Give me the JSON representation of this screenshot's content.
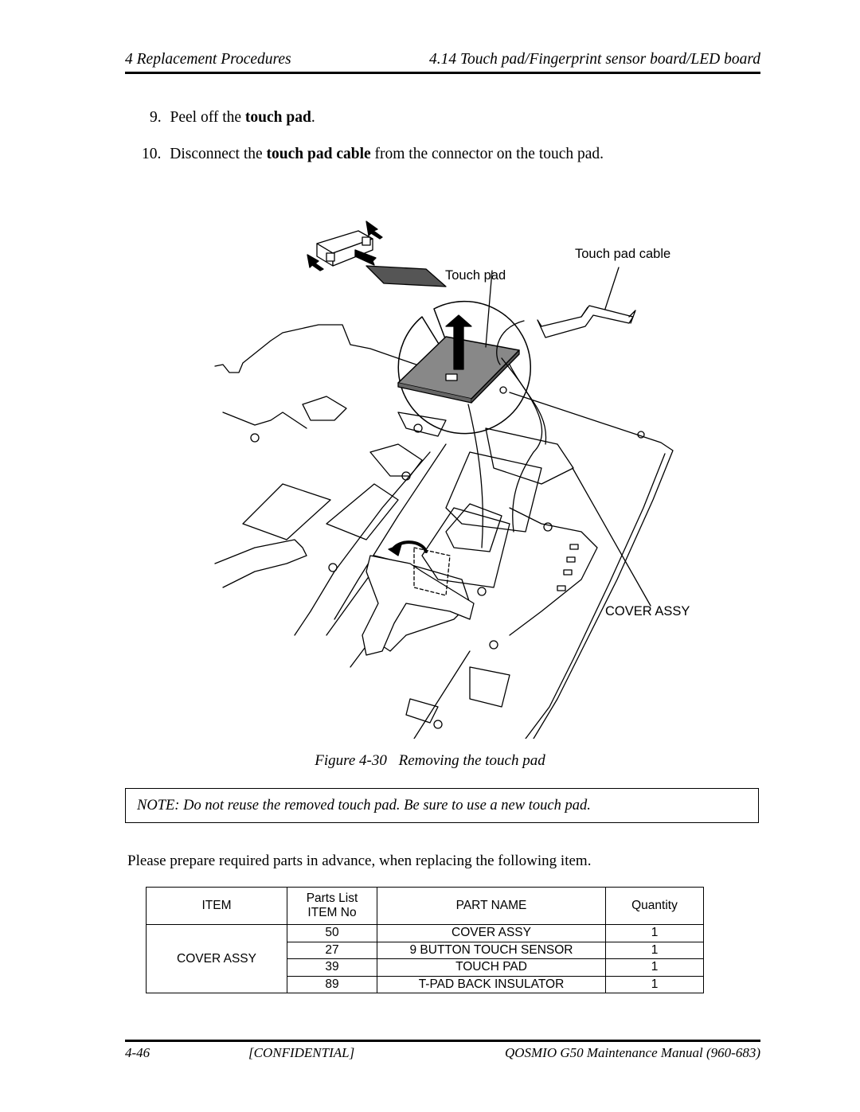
{
  "header": {
    "chapter": "4 Replacement Procedures",
    "section": "4.14 Touch pad/Fingerprint sensor board/LED board"
  },
  "steps": [
    {
      "num": "9.",
      "pre": "Peel off the ",
      "bold": "touch pad",
      "post": "."
    },
    {
      "num": "10.",
      "pre": "Disconnect the ",
      "bold": "touch pad cable",
      "post": " from the connector on the touch pad."
    }
  ],
  "figure": {
    "labels": {
      "touch_pad_cable": "Touch pad cable",
      "touch_pad": "Touch pad",
      "cover_assy": "COVER ASSY"
    },
    "caption_number": "Figure 4-30",
    "caption_text": "Removing the touch pad"
  },
  "note": {
    "label": "NOTE",
    "text": ":  Do not reuse the removed touch pad. Be sure to use a new touch pad."
  },
  "intro": "Please prepare required parts in advance, when replacing the following item.",
  "parts_table": {
    "headers": {
      "item": "ITEM",
      "parts_list_line1": "Parts List",
      "parts_list_line2": "ITEM No",
      "part_name": "PART NAME",
      "quantity": "Quantity"
    },
    "group_item": "COVER ASSY",
    "rows": [
      {
        "item_no": "50",
        "part_name": "COVER ASSY",
        "quantity": "1"
      },
      {
        "item_no": "27",
        "part_name": "9 BUTTON TOUCH SENSOR",
        "quantity": "1"
      },
      {
        "item_no": "39",
        "part_name": "TOUCH PAD",
        "quantity": "1"
      },
      {
        "item_no": "89",
        "part_name": "T-PAD BACK INSULATOR",
        "quantity": "1"
      }
    ]
  },
  "footer": {
    "page": "4-46",
    "confidential": "[CONFIDENTIAL]",
    "manual": "QOSMIO G50 Maintenance Manual (960-683)"
  }
}
